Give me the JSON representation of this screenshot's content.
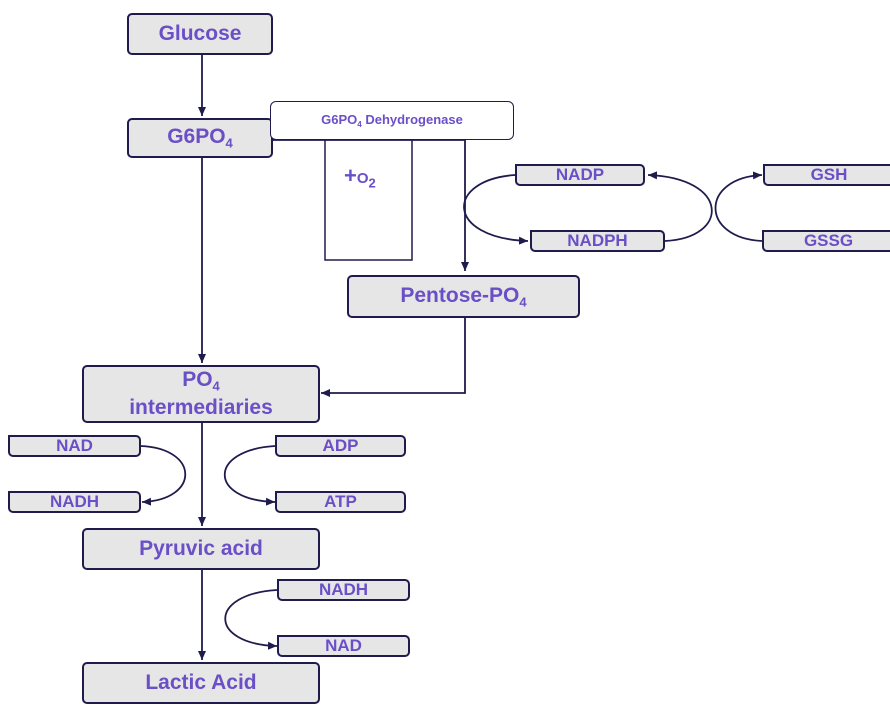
{
  "nodes": {
    "glucose": "Glucose",
    "g6po4": "G6PO",
    "g6po4_sub": "4",
    "enzyme": "G6PO",
    "enzyme_sub": "4",
    "enzyme_rest": " Dehydrogenase",
    "o2_plus": "+",
    "o2_letter": "O",
    "o2_sub": "2",
    "nadp": "NADP",
    "nadph": "NADPH",
    "gsh": "GSH",
    "gssg": "GSSG",
    "pentose": "Pentose-PO",
    "pentose_sub": "4",
    "po4_line1": "PO",
    "po4_sub": "4",
    "po4_line2": "intermediaries",
    "nad_left": "NAD",
    "nadh_left": "NADH",
    "adp": "ADP",
    "atp": "ATP",
    "pyruvic": "Pyruvic acid",
    "nadh_right": "NADH",
    "nad_right": "NAD",
    "lactic": "Lactic Acid"
  },
  "colors": {
    "text": "#6a4fc7",
    "line": "#1f1b4d",
    "box_fill": "#e6e6e6"
  }
}
